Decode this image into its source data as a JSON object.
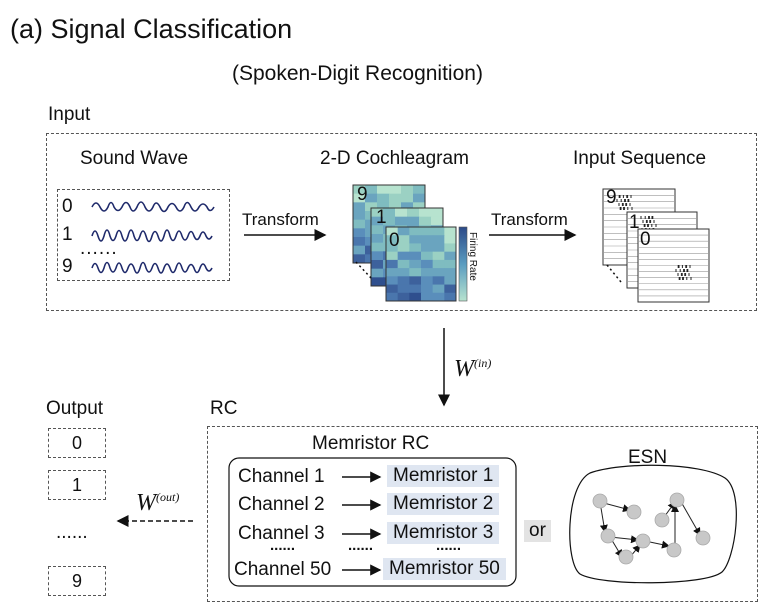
{
  "header": {
    "panel_letter": "(a)",
    "title": "Signal Classification",
    "subtitle": "(Spoken-Digit Recognition)"
  },
  "input": {
    "label": "Input",
    "sound_wave_title": "Sound Wave",
    "digit_top": "0",
    "digit_mid": "1",
    "digit_bottom": "9",
    "ellipsis": "......",
    "transform1": "Transform",
    "cochleagram_title": "2-D Cochleagram",
    "cochleagram_back_digit": "9",
    "cochleagram_mid_digit": "1",
    "cochleagram_front_digit": "0",
    "colorbar_label": "Firing Rate",
    "transform2": "Transform",
    "sequence_title": "Input Sequence",
    "sequence_back_digit": "9",
    "sequence_mid_digit": "1",
    "sequence_front_digit": "0"
  },
  "arrows": {
    "w_in": "W",
    "w_in_sup": "(in)",
    "w_out": "W",
    "w_out_sup": "(out)"
  },
  "output": {
    "label": "Output",
    "boxes": [
      "0",
      "1",
      "9"
    ],
    "ellipsis": "......"
  },
  "rc": {
    "label": "RC",
    "memristor_title": "Memristor RC",
    "rows": [
      {
        "channel": "Channel 1",
        "memristor": "Memristor 1"
      },
      {
        "channel": "Channel 2",
        "memristor": "Memristor 2"
      },
      {
        "channel": "Channel 3",
        "memristor": "Memristor 3"
      },
      {
        "channel": "Channel 50",
        "memristor": "Memristor 50"
      }
    ],
    "dots": "......",
    "or_label": "or",
    "esn_title": "ESN"
  },
  "colors": {
    "wave": "#1f2a6b",
    "heat_light": "#a9d8c8",
    "heat_dark": "#2c4a88",
    "memristor_bg": "#dfe6f1",
    "or_bg": "#e3e3e3",
    "node": "#c8c8c8"
  }
}
